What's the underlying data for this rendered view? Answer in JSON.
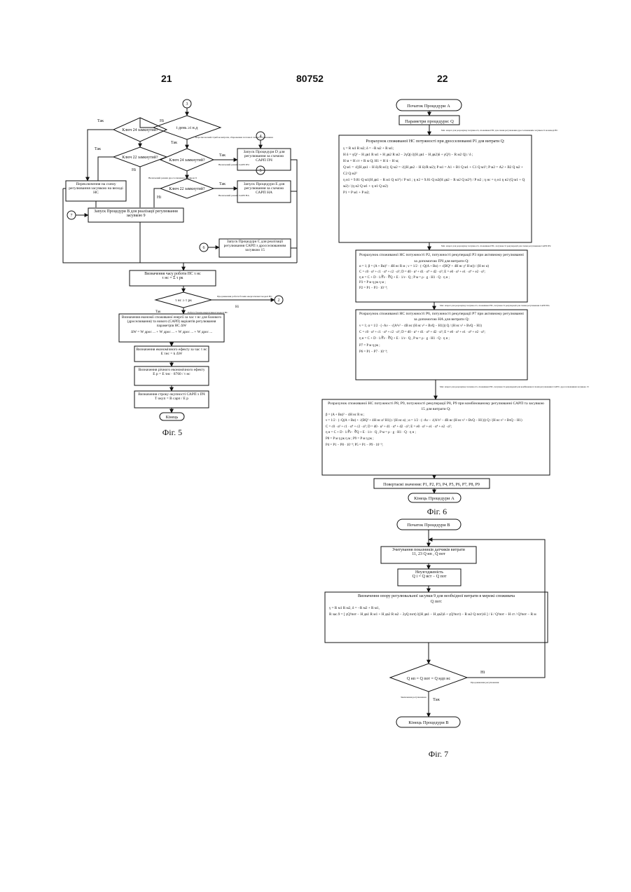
{
  "header": {
    "left_page": "21",
    "patent_number": "80752",
    "right_page": "22"
  },
  "fig5": {
    "caption": "Фіг. 5",
    "connector_3": "3",
    "connector_4": "4",
    "connector_5": "5",
    "connector_6": "6",
    "connector_7": "7",
    "connector_2": "2",
    "dec_tday": "t день ≥t н.д",
    "dec_key24_left": "Ключ 24 замкнутий?",
    "dec_key22_left": "Ключ 22 замкнутий?",
    "dec_key24_mid": "Ключ 24 замкнутий?",
    "dec_key22_mid": "Ключ 22 замкнутий?",
    "dec_time": "τ нс ≥ τ рк",
    "box_switch": "Переключення на схему регулювання засувкою на виході НС",
    "box_procB": "Запуск Процедури В для реалізації регулювання засувкою 9",
    "box_procD": "Запуск Процедури D для регулювання за схемою САРП ПЧ",
    "box_procE": "Запуск Процедури E для регулювання за схемою САРП НА",
    "box_procC": "Запуск Процедури С для реалізації регулювання САРП з дросселюванням засувкою 15",
    "box_time": "Визначення часу роботи НС τ нс",
    "box_time_eq": "τ нс = Σ τ рк",
    "box_econ": "Визначення економії споживаної енергії за час τ нс для базового (дроселювання) та нового (САРП) варіантів регулювання параметрів НС ΔW",
    "box_econ_eq": "ΔW = W дрос ... + W дрос ... + W дрос ... + W дрос ...",
    "box_effect": "Визначення економічного ефекту за час τ нс",
    "box_effect_eq": "E τнс = k ΔW",
    "box_annual": "Визначення річного економічного ефекту",
    "box_annual_eq": "E р = E τнс · 8760 / τ нс",
    "box_payback": "Визначення строку окупності САРП з ПЧ",
    "box_payback_eq": "T окуп = B сарп / E р",
    "end": "Кінець",
    "yes": "Так",
    "no": "Ні",
    "note_econ_mode": "Короткочасний стрибок витрати, збереження поточної схеми регулювання",
    "note_freq": "Включений режим САРП ПЧ",
    "note_na": "Включений режим САРП НА",
    "note_valve": "Включений режим дросселювання засувкою 9",
    "note_continue": "Продовження роботи блоків енергетичної моделі НС",
    "note_stop": "Робота блоків енергетичної моделі НС",
    "note_calc": "Визначення економічного ефекту за період роботи САРП в НС"
  },
  "fig6": {
    "caption": "Фіг. 6",
    "start": "Початок Процедури А",
    "params": "Параметри процедури: Q",
    "note1": "Мат. апарат для розрахунку потужності, споживаної НС для схеми регулювання дросселюванням засувкою 9 на виході НС",
    "block1_title": "Розрахунок споживаної НС потужності при дросселюванні P1 для витрати Q:",
    "block1_l1": "γ = R м1 R м2;   δ = −R м2 + R м1;",
    "block1_l2": "H δ = γQ² − H дв1 R м1 + H дв2 R м2 − 2γQ(√((H дв1 − H дв2)δ + γQ²) − R м2 Q) / δ ;",
    "block1_l3": "H м = H ст + R м Q;   H1 = H δ − H м;",
    "block1_l4": "Q м1 = √((H дв1 − H δ)/R м1);  Q м2 = √((H дв2 − H δ)/R м2);  P м1 = A1 + B1 Q м1 + C1 Q м1²;  P м2 = A2 + B2 Q м2 + C2 Q м2²",
    "block1_l5": "η н1 = 9.81·Q м1(H дв1 − R м1 Q м1²) / P м1 ;  η н2 = 9.81·Q м2(H дв2 − R м2 Q м2²) / P м2 ;  η нс = η н1 η н2 (Q м1 + Q м2) / (η н2 Q м1 + η н1 Q м2)",
    "block1_l6": "P1 = P м1 + P м2;",
    "note2": "Мат. апарат для розрахунку потужності, споживаної НС, потужності рекуперації для схеми регулювання САРП ПЧ",
    "block2_title": "Розрахунок споживаної НС потужності P2, потужності рекуперації P3 при активному регулюванні за допомогою ПЧ для витрати Q:",
    "block2_l1": "α = 1;  β = (A + Bα)² − 4H нс R м ;  ν = 1/2 · (−Q(A + Bα) + √(BQ² + 4H нс γ² H м)) / (H нс α)",
    "block2_l2": "C = c0 · α³ + c1 · α⁴ + c2 · α⁵;   D = d0 · α³ + d1 · α⁴ + d2 · α⁵;   E = e0 · α³ + e1 · α⁴ + e2 · α⁵;",
    "block2_l3": "η н = C + D · 1/∛ν · ∛Q + E · 1/ν · Q ;    P м = ρ · g · H1 · Q · η н ;",
    "block2_l4": "P3 = P м η рк η м ;",
    "block2_l5": "P2 = P1 − P3 · 10⁻³;",
    "note3": "Мат. апарат для розрахунку потужності, споживаної НС, потужності рекуперації для схеми регулювання САРП НА",
    "block3_title": "Розрахунок споживаної НС потужності P6, потужності рекуперації P7 при активному регулюванні за допомогою НА для витрати Q:",
    "block3_l1": "ν = 1;   α = 1/2 · (−Aν − √(A²ν² − 4B нс (H нс ν² + BνQ − H1))) Q / (H нс ν² + BνQ − H1)",
    "block3_l2": "C = c0 · α³ + c1 · α⁴ + c2 · α⁵;   D = d0 · α³ + d1 · α⁴ + d2 · α⁵;   E = e0 · α³ + e1 · α⁴ + e2 · α⁵;",
    "block3_l3": "η н = C + D · 1/∛ν · ∛Q + E · 1/ν · Q ,    P м = ρ · g · H1 · Q · η н ;",
    "block3_l4": "P7 = P м η рк ;",
    "block3_l5": "P6 = P1 − P7 · 10⁻³;",
    "note4": "Мат. апарат для розрахунку потужності, споживаної НС, потужності рекуперації для комбінованої схеми регулювання САРП з дросселюванням засувкою 15",
    "block4_title": "Розрахунок споживаної НС потужності P8, P9, потужності рекуперації P8, P9 при комбінованому регулюванні САРП та засувкою 15 для витрати Q:",
    "block4_l1": "β = (A + Bα)² − 4H нс R м ;",
    "block4_l2": "ν = 1/2 · (−Q(A + Bα) + √(BQ² + 4H нс α² H1)) / (H нс α) ;    α = 1/2 · (−Aν − √(A²ν² − 4R нс (H нс ν² + BνQ − H1))) Q / (H нс ν² + BνQ − H1)",
    "block4_l3": "C = c0 · α³ + c1 · α⁴ + c2 · α⁵;   D = d0 · α³ + d1 · α⁴ + d2 · α⁵;   E = e0 · α³ + e1 · α⁴ + e2 · α⁵;",
    "block4_l4": "η н = C + D · 1/∛ν · ∛Q + E · 1/ν · Q ,    P м = ρ · g · H1 · Q · η н ;",
    "block4_l5": "P8 = P м η рк η м ;   P9 = P м η рк ;",
    "block4_l6": "P4 = P1 − P8 · 10⁻³;   P5 = P1 − P9 · 10⁻³;",
    "return": "Повертаємі значення: P1, P2, P3, P4, P5, P6, P7, P8, P9",
    "end": "Кінець Процедури А"
  },
  "fig7": {
    "caption": "Фіг. 7",
    "start": "Початок Процедури В",
    "read": "Зчитування показників датчиків витрати 11, 23 Q нп , Q пот",
    "mismatch_title": "Неузгодженість",
    "mismatch_eq": "Q i = Q вст − Q пот",
    "calc_title": "Визначення опору регулювальної засувки 9 для необхідної витрати в мережі споживача Q пот:",
    "calc_l1": "γ = R м1 R м2,    δ = −R м2 + R м1,",
    "calc_l2": "R зас.9 = [ γQ²пот − H дв1 R м1 + H дв2 R м2 − 2γQ пот(√((H дв1 − H дв2)δ + γQ²пот) − R м2 Q пот)/δ ] / δ / Q²пот − H ст / Q²пот − R м",
    "decision": "Q нп = Q пот = Q ндп нс",
    "no": "Ні",
    "yes": "Так",
    "note_no": "Продовження регулювання",
    "note_yes": "Закінчення регулювання",
    "end": "Кінець Процедури В"
  }
}
